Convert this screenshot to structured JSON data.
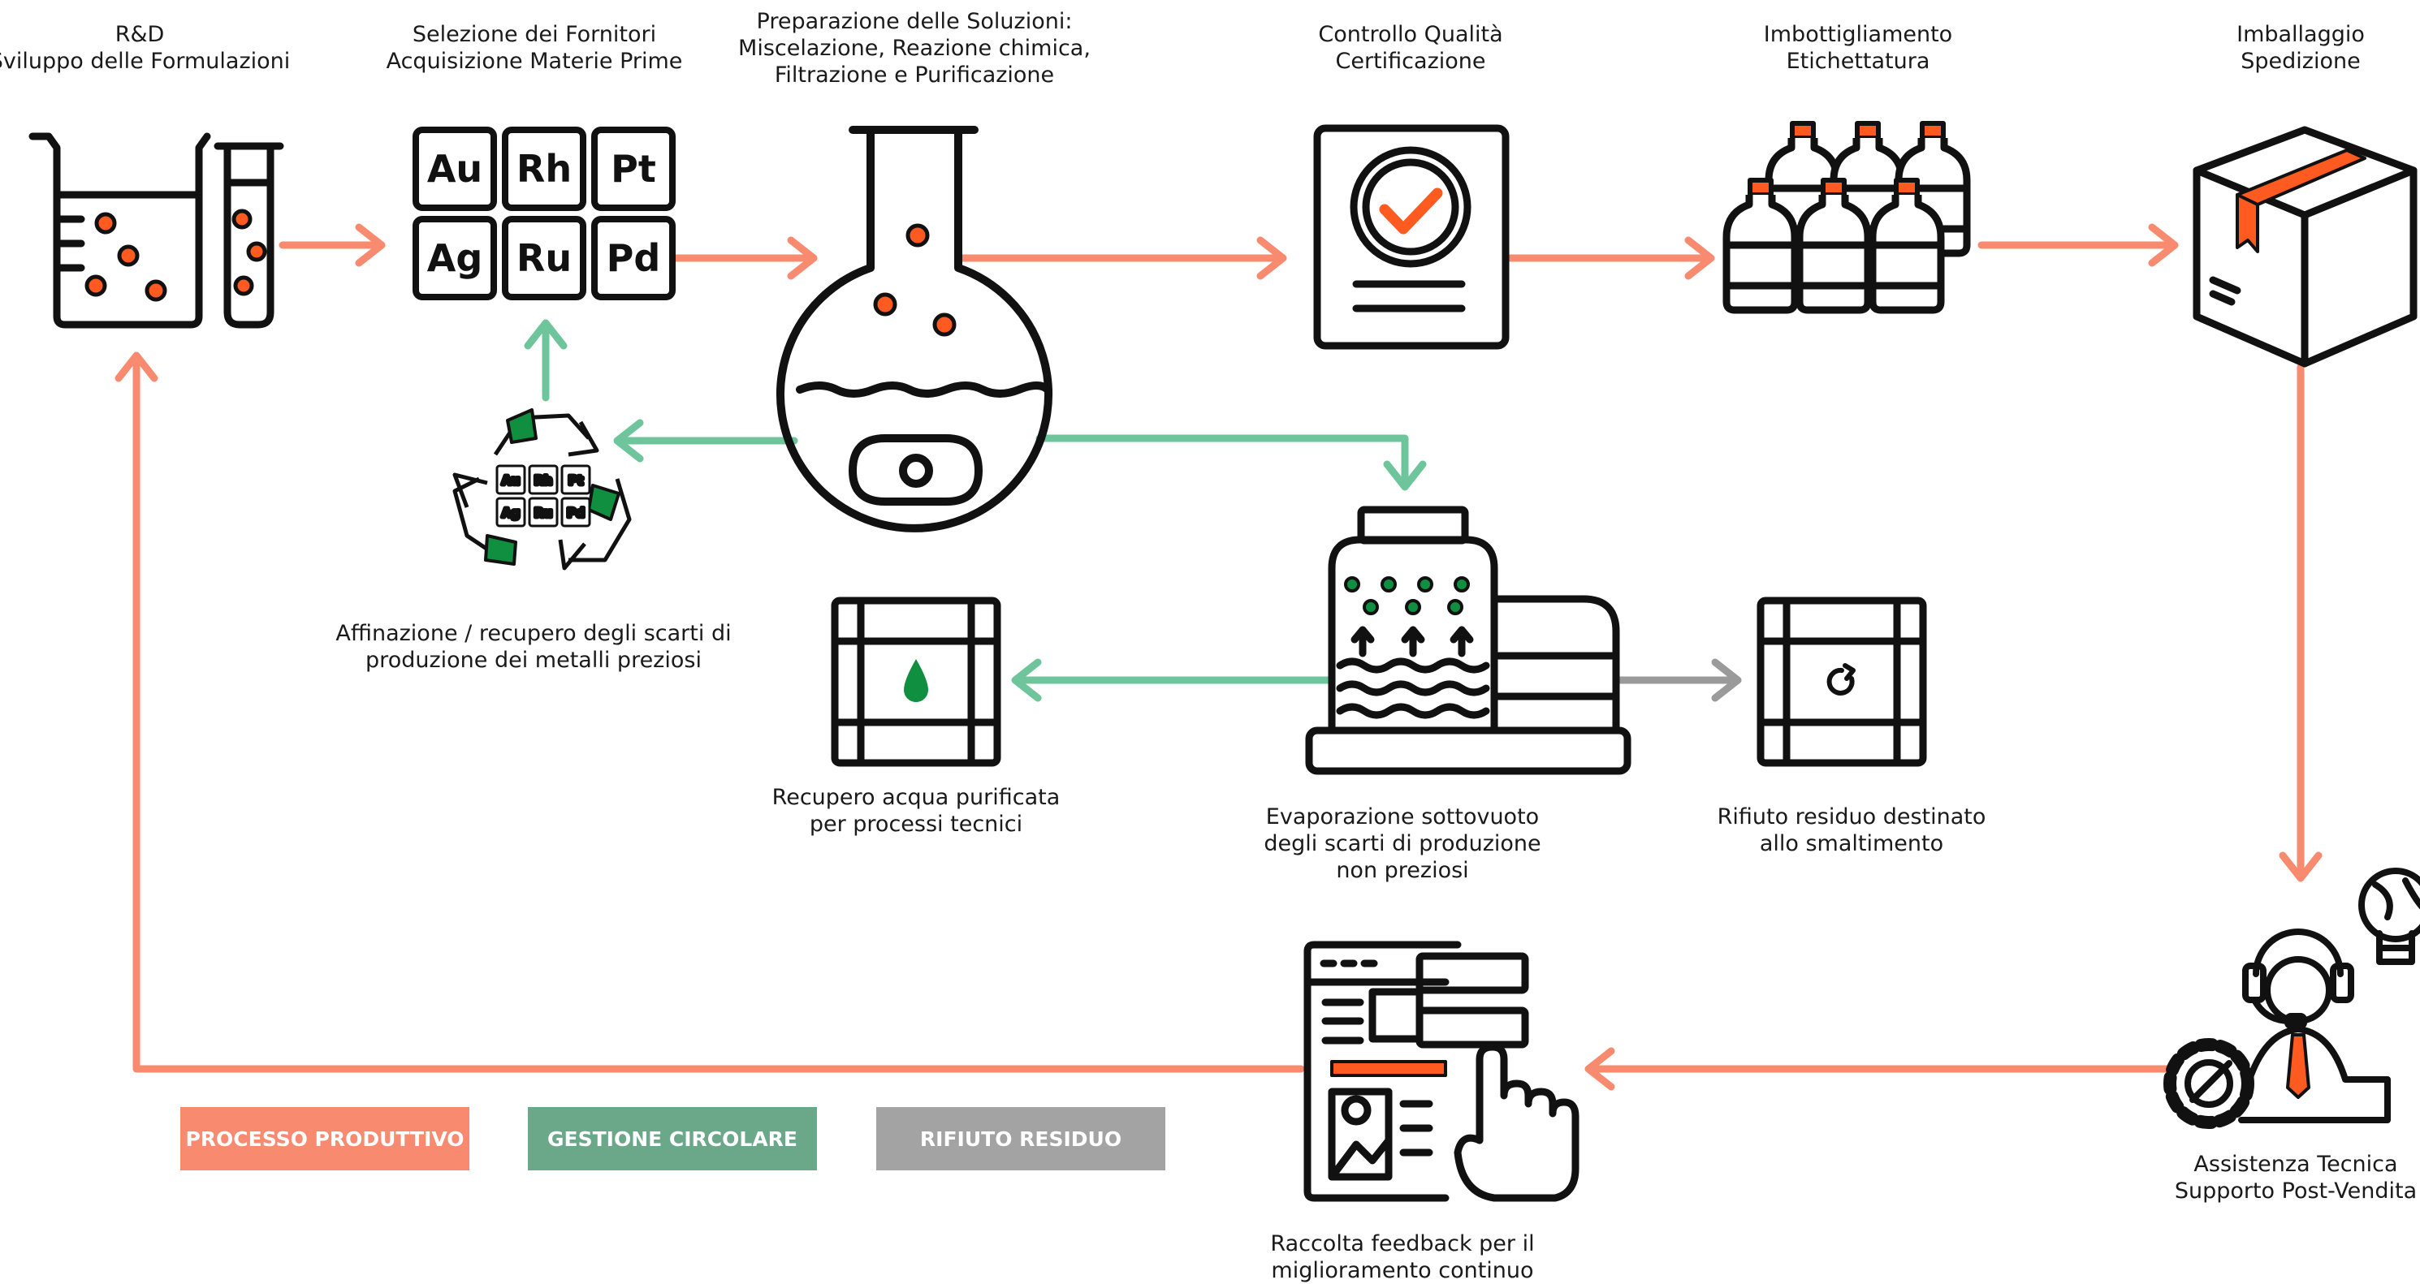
{
  "colors": {
    "process": "#f78a6f",
    "circular": "#6fc59b",
    "residual": "#9a9a9a",
    "accent": "#ff5a1f",
    "green": "#0f8f3f",
    "ink": "#111111",
    "legend_process": "#f78a6f",
    "legend_circular": "#6ba88a",
    "legend_residual": "#a3a3a3"
  },
  "nodes": {
    "rd": {
      "line1": "R&D",
      "line2": "Sviluppo delle Formulazioni",
      "icon": "beaker-test-tube-icon"
    },
    "suppliers": {
      "line1": "Selezione dei Fornitori",
      "line2": "Acquisizione Materie Prime",
      "icon": "precious-metals-icon",
      "metals": [
        "Au",
        "Rh",
        "Pt",
        "Ag",
        "Ru",
        "Pd"
      ]
    },
    "solutions": {
      "line1": "Preparazione delle Soluzioni:",
      "line2": "Miscelazione, Reazione chimica,",
      "line3": "Filtrazione e Purificazione",
      "icon": "flask-icon"
    },
    "quality": {
      "line1": "Controllo Qualità",
      "line2": "Certificazione",
      "icon": "certificate-icon"
    },
    "bottling": {
      "line1": "Imbottigliamento",
      "line2": "Etichettatura",
      "icon": "bottles-icon"
    },
    "packaging": {
      "line1": "Imballaggio",
      "line2": "Spedizione",
      "icon": "box-icon"
    },
    "support": {
      "line1": "Assistenza Tecnica",
      "line2": "Supporto Post-Vendita",
      "icon": "support-agent-icon"
    },
    "feedback": {
      "line1": "Raccolta feedback per il",
      "line2": "miglioramento continuo",
      "icon": "feedback-icon"
    },
    "refining": {
      "line1": "Affinazione / recupero degli scarti di",
      "line2": "produzione dei metalli preziosi",
      "icon": "recycle-metals-icon",
      "metals": [
        "Au",
        "Rh",
        "Pt",
        "Ag",
        "Ru",
        "Pd"
      ]
    },
    "evaporation": {
      "line1": "Evaporazione sottovuoto",
      "line2": "degli scarti di produzione",
      "line3": "non preziosi",
      "icon": "evaporator-icon"
    },
    "water": {
      "line1": "Recupero acqua purificata",
      "line2": "per processi tecnici",
      "icon": "water-barrel-icon"
    },
    "waste": {
      "line1": "Rifiuto residuo destinato",
      "line2": "allo smaltimento",
      "icon": "waste-barrel-icon"
    }
  },
  "legend": {
    "process": "PROCESSO PRODUTTIVO",
    "circular": "GESTIONE CIRCOLARE",
    "residual": "RIFIUTO RESIDUO"
  }
}
